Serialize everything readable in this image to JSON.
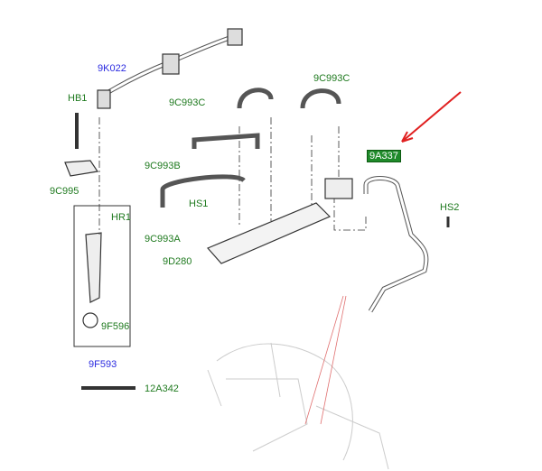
{
  "labels": {
    "p9K022": "9K022",
    "hb1": "HB1",
    "p9C993C_a": "9C993C",
    "p9C993C_b": "9C993C",
    "p9C993B": "9C993B",
    "p9C995": "9C995",
    "hs1": "HS1",
    "hr1": "HR1",
    "p9C993A": "9C993A",
    "p9D280": "9D280",
    "p9A337": "9A337",
    "hs2": "HS2",
    "p9F596": "9F596",
    "p9F593": "9F593",
    "p12A342": "12A342"
  },
  "colors": {
    "part_label": "#1f7a1f",
    "assembly_label": "#2a2ae0",
    "highlight": "#1f8a2a",
    "arrow": "#e02020"
  }
}
